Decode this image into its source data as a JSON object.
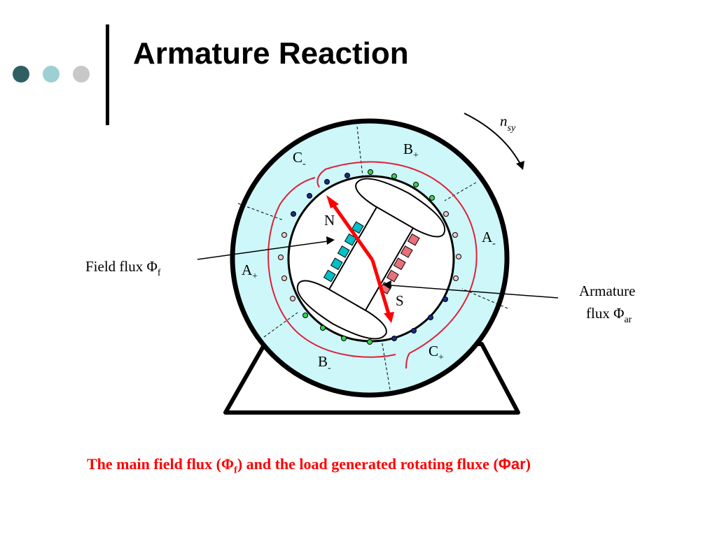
{
  "slide": {
    "title": "Armature Reaction",
    "decor_dot_colors": [
      "#2e5f63",
      "#9ecfd3",
      "#c8c8c8"
    ]
  },
  "diagram": {
    "rotation_label": {
      "main": "n",
      "sub": "sy"
    },
    "field_flux_label": {
      "main": "Field flux Φ",
      "sub": "f"
    },
    "armature_flux_label": {
      "line1": "Armature",
      "line2_main": "flux Φ",
      "line2_sub": "ar"
    },
    "phase_labels": {
      "b_plus": {
        "main": "B",
        "sub": "+"
      },
      "c_minus": {
        "main": "C",
        "sub": "-"
      },
      "a_minus": {
        "main": "A",
        "sub": "-"
      },
      "a_plus": {
        "main": "A",
        "sub": "+"
      },
      "b_minus": {
        "main": "B",
        "sub": "-"
      },
      "c_plus": {
        "main": "C",
        "sub": "+"
      }
    },
    "pole_labels": {
      "north": "N",
      "south": "S"
    },
    "colors": {
      "stator_fill": "#cdf7f9",
      "frame": "#000000",
      "flux_arrow": "#ff0000",
      "red_curve": "#e0203a",
      "rotor_coil_plus": "#e8707a",
      "rotor_coil_dot": "#00c0c8"
    }
  },
  "caption": {
    "part1": "The main field  flux (Φ",
    "sub1": "f",
    "part2": ") and  the load generated rotating fluxe (",
    "part3": "Φar",
    "part4": ")"
  }
}
